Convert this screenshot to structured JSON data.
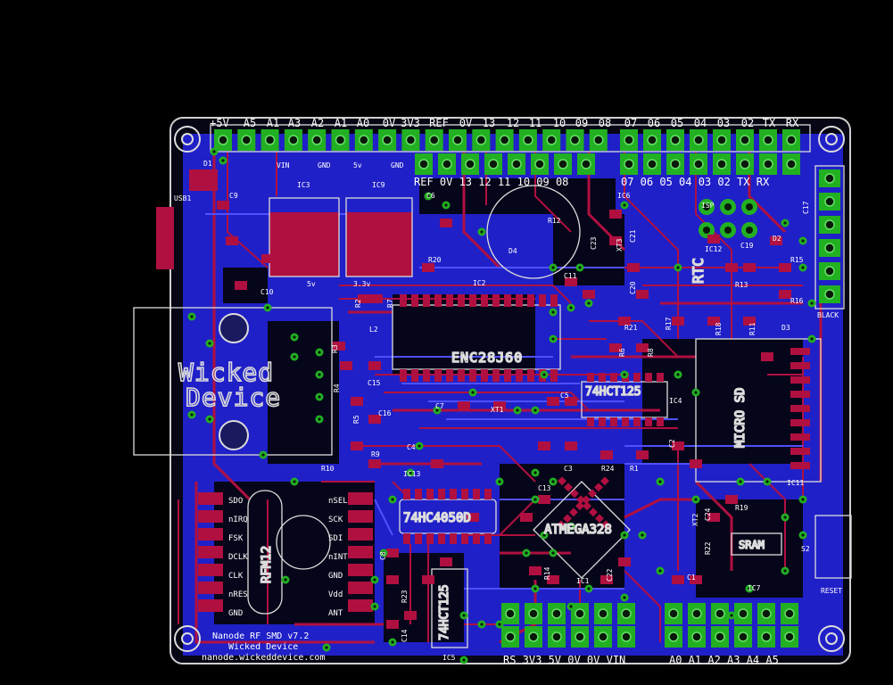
{
  "header_top": [
    "+5V",
    "A5",
    "A1",
    "A3",
    "A2",
    "A1",
    "A0",
    "0V",
    "3V3",
    "REF",
    "0V",
    "13",
    "12",
    "11",
    "10",
    "09",
    "08",
    "07",
    "06",
    "05",
    "04",
    "03",
    "02",
    "TX",
    "RX"
  ],
  "header_second": "REF 0V 13 12 11 10 09 08",
  "header_second_right": "07 06 05 04 03 02 TX RX",
  "bottom_left_header": "RS 3V3 5V 0V 0V VIN",
  "bottom_right_header": "A0 A1 A2 A3 A4 A5",
  "logo": {
    "line1": "Wicked",
    "line2": "Device"
  },
  "chips": {
    "enc": "ENC28J60",
    "hct125_a": "74HCT125",
    "hct4050": "74HC4050D",
    "hct125_b": "74HCT125",
    "atmega": "ATMEGA328",
    "micro_sd": "MICRO SD",
    "sram": "SRAM",
    "rtc": "RTC",
    "rfm": "RFM12"
  },
  "rfm_pins_left": [
    "SDO",
    "nIRQ",
    "FSK",
    "DCLK",
    "CLK",
    "nRES",
    "GND"
  ],
  "rfm_pins_right": [
    "nSEL",
    "SCK",
    "SDI",
    "nINT",
    "GND",
    "Vdd",
    "ANT"
  ],
  "ref_labels": [
    {
      "id": "usb",
      "t": "USB1"
    },
    {
      "id": "c9",
      "t": "C9"
    },
    {
      "id": "ic3",
      "t": "IC3"
    },
    {
      "id": "ic9",
      "t": "IC9"
    },
    {
      "id": "vin",
      "t": "VIN"
    },
    {
      "id": "gnd1",
      "t": "GND"
    },
    {
      "id": "v5",
      "t": "5v"
    },
    {
      "id": "gnd2",
      "t": "GND"
    },
    {
      "id": "c6",
      "t": "C6"
    },
    {
      "id": "r12",
      "t": "R12"
    },
    {
      "id": "d4",
      "t": "D4"
    },
    {
      "id": "r20",
      "t": "R20"
    },
    {
      "id": "ic2",
      "t": "IC2"
    },
    {
      "id": "c10",
      "t": "C10"
    },
    {
      "id": "v5b",
      "t": "5v"
    },
    {
      "id": "v33",
      "t": "3.3v"
    },
    {
      "id": "r2",
      "t": "R2"
    },
    {
      "id": "r7",
      "t": "R7"
    },
    {
      "id": "r3",
      "t": "R3"
    },
    {
      "id": "l2",
      "t": "L2"
    },
    {
      "id": "r4",
      "t": "R4"
    },
    {
      "id": "c15",
      "t": "C15"
    },
    {
      "id": "c16",
      "t": "C16"
    },
    {
      "id": "r5",
      "t": "R5"
    },
    {
      "id": "r9",
      "t": "R9"
    },
    {
      "id": "r10",
      "t": "R10"
    },
    {
      "id": "c7",
      "t": "C7"
    },
    {
      "id": "xt1",
      "t": "XT1"
    },
    {
      "id": "c5",
      "t": "C5"
    },
    {
      "id": "ic4",
      "t": "IC4"
    },
    {
      "id": "c4",
      "t": "C4"
    },
    {
      "id": "ic13",
      "t": "IC13"
    },
    {
      "id": "c13",
      "t": "C13"
    },
    {
      "id": "c8",
      "t": "C8"
    },
    {
      "id": "r23",
      "t": "R23"
    },
    {
      "id": "c14",
      "t": "C14"
    },
    {
      "id": "ic5",
      "t": "IC5"
    },
    {
      "id": "ic1",
      "t": "IC1"
    },
    {
      "id": "c22",
      "t": "C22"
    },
    {
      "id": "r14",
      "t": "R14"
    },
    {
      "id": "c3",
      "t": "C3"
    },
    {
      "id": "r24",
      "t": "R24"
    },
    {
      "id": "r1",
      "t": "R1"
    },
    {
      "id": "c2",
      "t": "C2"
    },
    {
      "id": "c1",
      "t": "C1"
    },
    {
      "id": "xt2",
      "t": "XT2"
    },
    {
      "id": "r19",
      "t": "R19"
    },
    {
      "id": "c24",
      "t": "C24"
    },
    {
      "id": "r22",
      "t": "R22"
    },
    {
      "id": "ic7",
      "t": "IC7"
    },
    {
      "id": "s2",
      "t": "S2"
    },
    {
      "id": "reset",
      "t": "RESET"
    },
    {
      "id": "ic11",
      "t": "IC11"
    },
    {
      "id": "r21",
      "t": "R21"
    },
    {
      "id": "r6",
      "t": "R6"
    },
    {
      "id": "r8",
      "t": "R8"
    },
    {
      "id": "r17",
      "t": "R17"
    },
    {
      "id": "r18",
      "t": "R18"
    },
    {
      "id": "r11",
      "t": "R11"
    },
    {
      "id": "d3",
      "t": "D3"
    },
    {
      "id": "r16",
      "t": "R16"
    },
    {
      "id": "r15",
      "t": "R15"
    },
    {
      "id": "r13",
      "t": "R13"
    },
    {
      "id": "c19",
      "t": "C19"
    },
    {
      "id": "ic12",
      "t": "IC12"
    },
    {
      "id": "d2",
      "t": "D2"
    },
    {
      "id": "c17",
      "t": "C17"
    },
    {
      "id": "isp",
      "t": "ISP"
    },
    {
      "id": "ic6",
      "t": "IC6"
    },
    {
      "id": "c20",
      "t": "C20"
    },
    {
      "id": "c21",
      "t": "C21"
    },
    {
      "id": "xt3",
      "t": "XT3"
    },
    {
      "id": "c23",
      "t": "C23"
    },
    {
      "id": "c11",
      "t": "C11"
    },
    {
      "id": "black",
      "t": "BLACK"
    },
    {
      "id": "d1",
      "t": "D1"
    }
  ],
  "credits": {
    "line1": "Nanode RF SMD v7.2",
    "line2": "Wicked Device",
    "line3": "nanode.wickeddevice.com"
  },
  "colors": {
    "background": "#000000",
    "board_blue": "#2020c8",
    "copper_red": "#b01040",
    "pad_green": "#22b022",
    "silk": "#dcdcdc"
  }
}
